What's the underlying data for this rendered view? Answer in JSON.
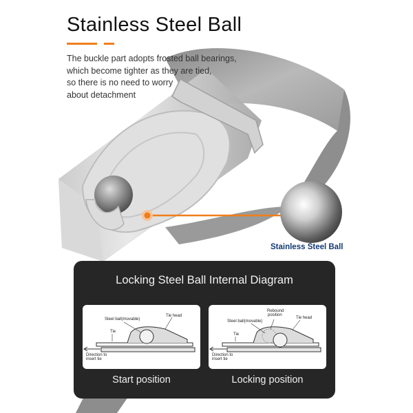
{
  "header": {
    "title": "Stainless Steel Ball",
    "accent_color": "#f07e1b",
    "description_lines": [
      "The buckle part adopts frosted ball bearings,",
      "which become tighter as they are tied,",
      "so there is no need to worry",
      "about detachment"
    ]
  },
  "callout": {
    "label": "Stainless Steel Ball",
    "label_color": "#123a74",
    "marker_color": "#f07e1b"
  },
  "diagram_panel": {
    "title": "Locking Steel Ball Internal Diagram",
    "background": "#262626",
    "cards": [
      {
        "caption": "Start position",
        "labels": {
          "steel_ball": "Steel ball(movable)",
          "tie_head": "Tie head",
          "tie": "Tie",
          "direction_1": "Direction to",
          "direction_2": "insert tie"
        }
      },
      {
        "caption": "Locking position",
        "labels": {
          "rebound_1": "Rebound",
          "rebound_2": "position",
          "steel_ball": "Steel ball(movable)",
          "tie_head": "Tie head",
          "tie": "Tie",
          "direction_1": "Direction to",
          "direction_2": "insert tie"
        }
      }
    ]
  }
}
